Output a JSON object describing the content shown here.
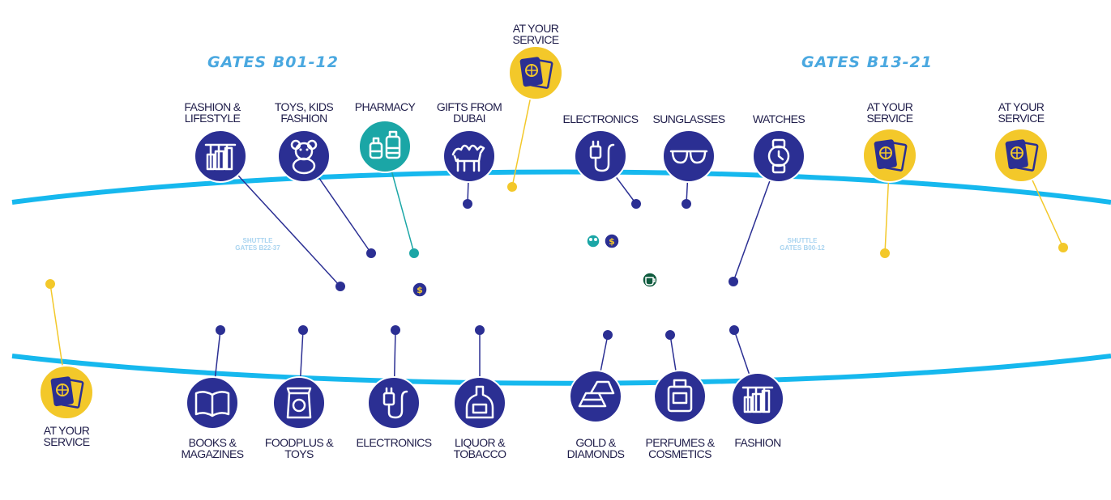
{
  "colors": {
    "navy": "#2b2f93",
    "teal": "#1ba6a6",
    "yellow": "#f3c82a",
    "sky": "#16b8ee",
    "dark_green": "#0f5b3e",
    "gate_blue": "#4aa8e0"
  },
  "gate_headers": {
    "left": "GATES B01-12",
    "right": "GATES B13-21"
  },
  "shuttle_labels": {
    "left": {
      "line1": "SHUTTLE",
      "line2": "GATES B22-37"
    },
    "right": {
      "line1": "SHUTTLE",
      "line2": "GATES B00-12"
    }
  },
  "top_shops": [
    {
      "label": "FASHION & LIFESTYLE",
      "icon": "clothes-rack-icon",
      "color": "navy"
    },
    {
      "label": "TOYS, KIDS FASHION",
      "icon": "teddy-bear-icon",
      "color": "navy"
    },
    {
      "label": "PHARMACY",
      "icon": "pharmacy-bottles-icon",
      "color": "teal"
    },
    {
      "label": "GIFTS FROM DUBAI",
      "icon": "camel-icon",
      "color": "navy"
    },
    {
      "label": "ELECTRONICS",
      "icon": "charger-plug-icon",
      "color": "navy"
    },
    {
      "label": "SUNGLASSES",
      "icon": "sunglasses-icon",
      "color": "navy"
    },
    {
      "label": "WATCHES",
      "icon": "wristwatch-icon",
      "color": "navy"
    }
  ],
  "bottom_shops": [
    {
      "label": "BOOKS & MAGAZINES",
      "icon": "open-book-icon",
      "color": "navy"
    },
    {
      "label": "FOODPLUS & TOYS",
      "icon": "snack-bag-icon",
      "color": "navy"
    },
    {
      "label": "ELECTRONICS",
      "icon": "charger-plug-icon",
      "color": "navy"
    },
    {
      "label": "LIQUOR & TOBACCO",
      "icon": "liquor-bottle-icon",
      "color": "navy"
    },
    {
      "label": "GOLD & DIAMONDS",
      "icon": "gold-bars-icon",
      "color": "navy"
    },
    {
      "label": "PERFUMES & COSMETICS",
      "icon": "perfume-bottle-icon",
      "color": "navy"
    },
    {
      "label": "FASHION",
      "icon": "clothes-rack-icon",
      "color": "navy"
    }
  ],
  "services": [
    {
      "label": "AT YOUR SERVICE",
      "icon": "passport-icon",
      "color": "yellow"
    },
    {
      "label": "AT YOUR SERVICE",
      "icon": "passport-icon",
      "color": "yellow"
    },
    {
      "label": "AT YOUR SERVICE",
      "icon": "passport-icon",
      "color": "yellow"
    },
    {
      "label": "AT YOUR SERVICE",
      "icon": "passport-icon",
      "color": "yellow"
    }
  ],
  "facility_markers": [
    {
      "icon": "toilet-icon",
      "color": "teal"
    },
    {
      "icon": "currency-exchange-icon",
      "color": "navy"
    },
    {
      "icon": "currency-exchange-icon",
      "color": "navy"
    },
    {
      "icon": "cafe-icon",
      "color": "dark_green"
    }
  ]
}
